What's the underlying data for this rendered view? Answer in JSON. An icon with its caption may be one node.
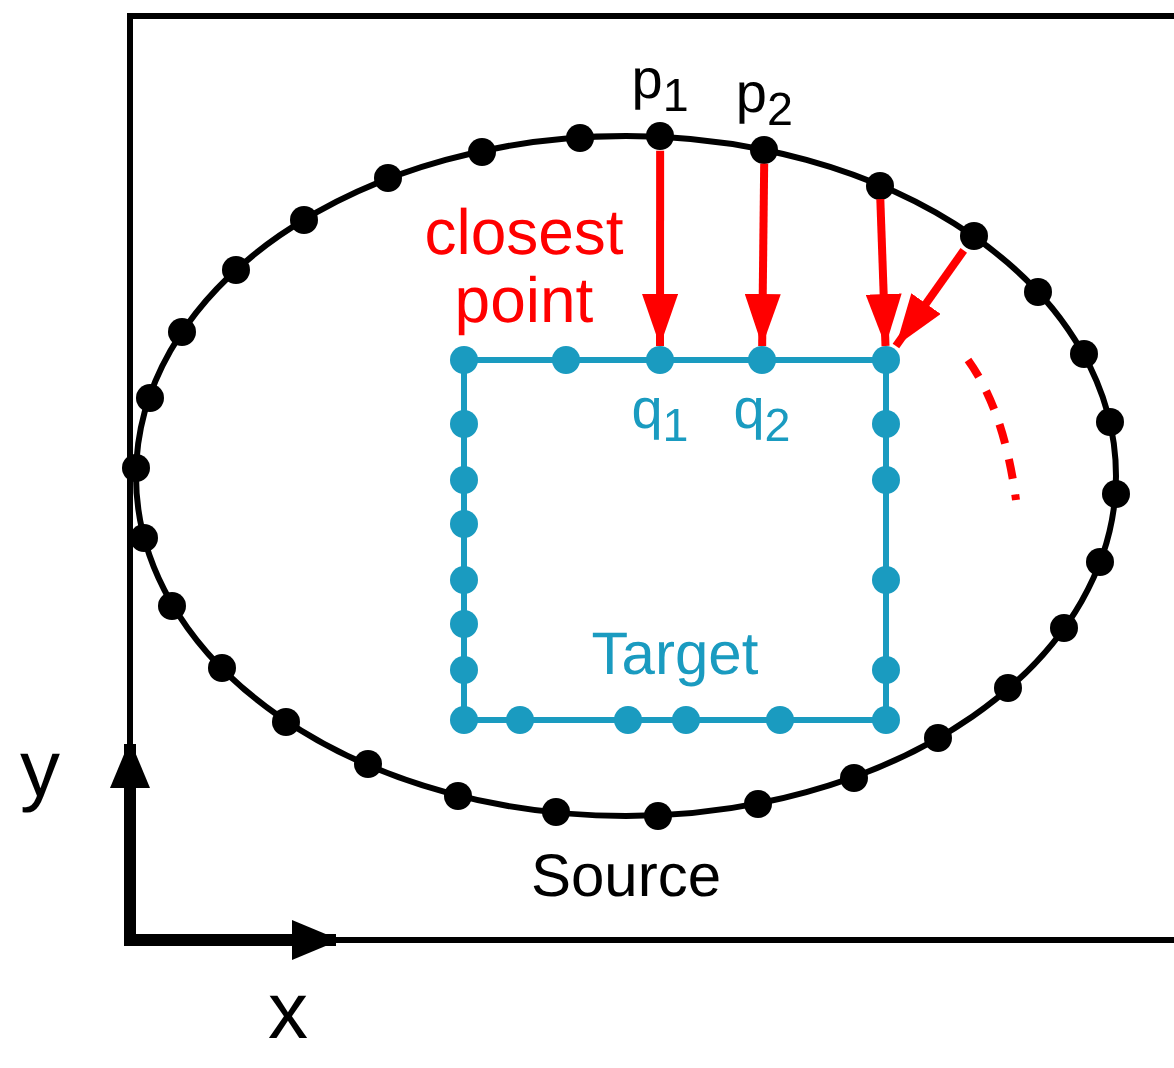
{
  "diagram": {
    "nodes": [
      {
        "text": [
          "Source"
        ]
      },
      {
        "text": [
          "Target"
        ],
        "in": 0
      },
      {
        "text": [
          "p$_{1}$"
        ],
        "in": 0
      },
      {
        "text": [
          "p$_{2}$"
        ],
        "in": 0
      },
      {
        "text": [
          "q$_{1}$"
        ],
        "in": 1
      },
      {
        "text": [
          "q$_{2}$"
        ],
        "in": 1
      },
      {
        "text": [],
        "shape": "circle",
        "in": 0
      },
      {
        "text": [],
        "shape": "circle",
        "in": 0
      },
      {
        "text": [],
        "shape": "circle",
        "in": 1
      },
      {
        "text": [],
        "shape": "circle",
        "in": 0
      },
      {
        "text": [],
        "shape": "circle",
        "in": 0
      },
      {
        "text": [],
        "shape": "circle",
        "in": 0
      },
      {
        "text": [],
        "shape": "circle",
        "in": 0
      },
      {
        "text": [],
        "shape": "circle",
        "in": 0
      },
      {
        "text": [],
        "shape": "circle",
        "in": 0
      },
      {
        "text": [],
        "shape": "circle",
        "in": 0
      },
      {
        "text": [],
        "shape": "circle",
        "in": 0
      },
      {
        "text": [],
        "shape": "circle",
        "in": 0
      },
      {
        "text": [],
        "shape": "circle",
        "in": 0
      },
      {
        "text": [],
        "shape": "circle",
        "in": 0
      },
      {
        "text": [],
        "shape": "circle",
        "in": 0
      },
      {
        "text": [],
        "shape": "circle",
        "in": 0
      },
      {
        "text": [],
        "shape": "circle",
        "in": 0
      },
      {
        "text": [],
        "shape": "circle",
        "in": 0
      },
      {
        "text": [],
        "shape": "circle",
        "in": 0
      },
      {
        "text": [],
        "shape": "circle",
        "in": 0
      },
      {
        "text": [],
        "shape": "circle",
        "in": 0
      },
      {
        "text": [],
        "shape": "circle",
        "in": 0
      },
      {
        "text": [],
        "shape": "circle",
        "in": 0
      },
      {
        "text": [],
        "shape": "circle",
        "in": 0
      },
      {
        "text": [],
        "shape": "circle",
        "in": 0
      },
      {
        "text": [],
        "shape": "circle",
        "in": 0
      },
      {
        "text": [],
        "shape": "circle",
        "in": 0
      },
      {
        "text": [],
        "shape": "circle",
        "in": 0
      },
      {
        "text": [],
        "shape": "circle",
        "in": 0
      },
      {
        "text": [],
        "shape": "circle",
        "in": 1
      },
      {
        "text": [],
        "shape": "circle",
        "in": 1
      },
      {
        "text": [],
        "shape": "circle",
        "in": 1
      },
      {
        "text": [],
        "shape": "circle",
        "in": 1
      },
      {
        "text": [],
        "shape": "circle",
        "in": 1
      },
      {
        "text": [],
        "shape": "circle",
        "in": 1
      },
      {
        "text": [],
        "shape": "circle",
        "in": 1
      },
      {
        "text": [],
        "shape": "circle",
        "in": 1
      },
      {
        "text": [],
        "shape": "circle",
        "in": 1
      },
      {
        "text": [],
        "shape": "circle",
        "in": 1
      },
      {
        "text": [],
        "shape": "circle",
        "in": 1
      },
      {
        "text": [],
        "shape": "circle",
        "in": 1
      },
      {
        "text": [],
        "shape": "circle",
        "in": 1
      },
      {
        "text": [],
        "shape": "circle",
        "in": 1
      },
      {
        "text": [],
        "shape": "circle",
        "in": 1
      },
      {
        "text": [],
        "shape": "circle",
        "in": 1
      },
      {
        "text": [],
        "shape": "circle",
        "in": 1
      },
      {
        "text": [],
        "shape": "circle",
        "in": 1
      }
    ],
    "edges": [
      {
        "from": 2,
        "to": 4,
        "arrow": "to"
      },
      {
        "from": 3,
        "to": 5,
        "arrow": "to"
      },
      {
        "from": 6,
        "to": 8,
        "arrow": "to"
      },
      {
        "from": 7,
        "to": 8,
        "arrow": "to"
      }
    ],
    "labels": [
      "closest point",
      "y",
      "x"
    ]
  }
}
